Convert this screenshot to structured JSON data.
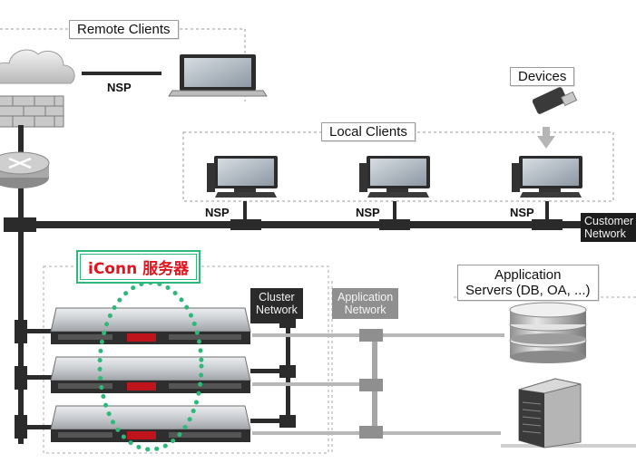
{
  "labels": {
    "remote_clients": "Remote Clients",
    "local_clients": "Local Clients",
    "devices": "Devices",
    "nsp_remote": "NSP",
    "nsp_1": "NSP",
    "nsp_2": "NSP",
    "nsp_3": "NSP",
    "customer_network": "Customer\nNetwork",
    "iconn_server": "iConn 服务器",
    "cluster_network": "Cluster\nNetwork",
    "application_network": "Application\nNetwork",
    "application_servers": "Application\nServers (DB, OA, ...)"
  },
  "icons": [
    "cloud-icon",
    "firewall-icon",
    "router-icon",
    "laptop-icon",
    "usb-drive-icon",
    "desktop-computer-icon",
    "rack-server-icon",
    "database-icon",
    "tower-server-icon"
  ],
  "colors": {
    "backbone": "#2b2b2b",
    "iconn_accent": "#2fb87a",
    "iconn_text": "#e0141e",
    "dashed_border": "#9a9a9a"
  }
}
